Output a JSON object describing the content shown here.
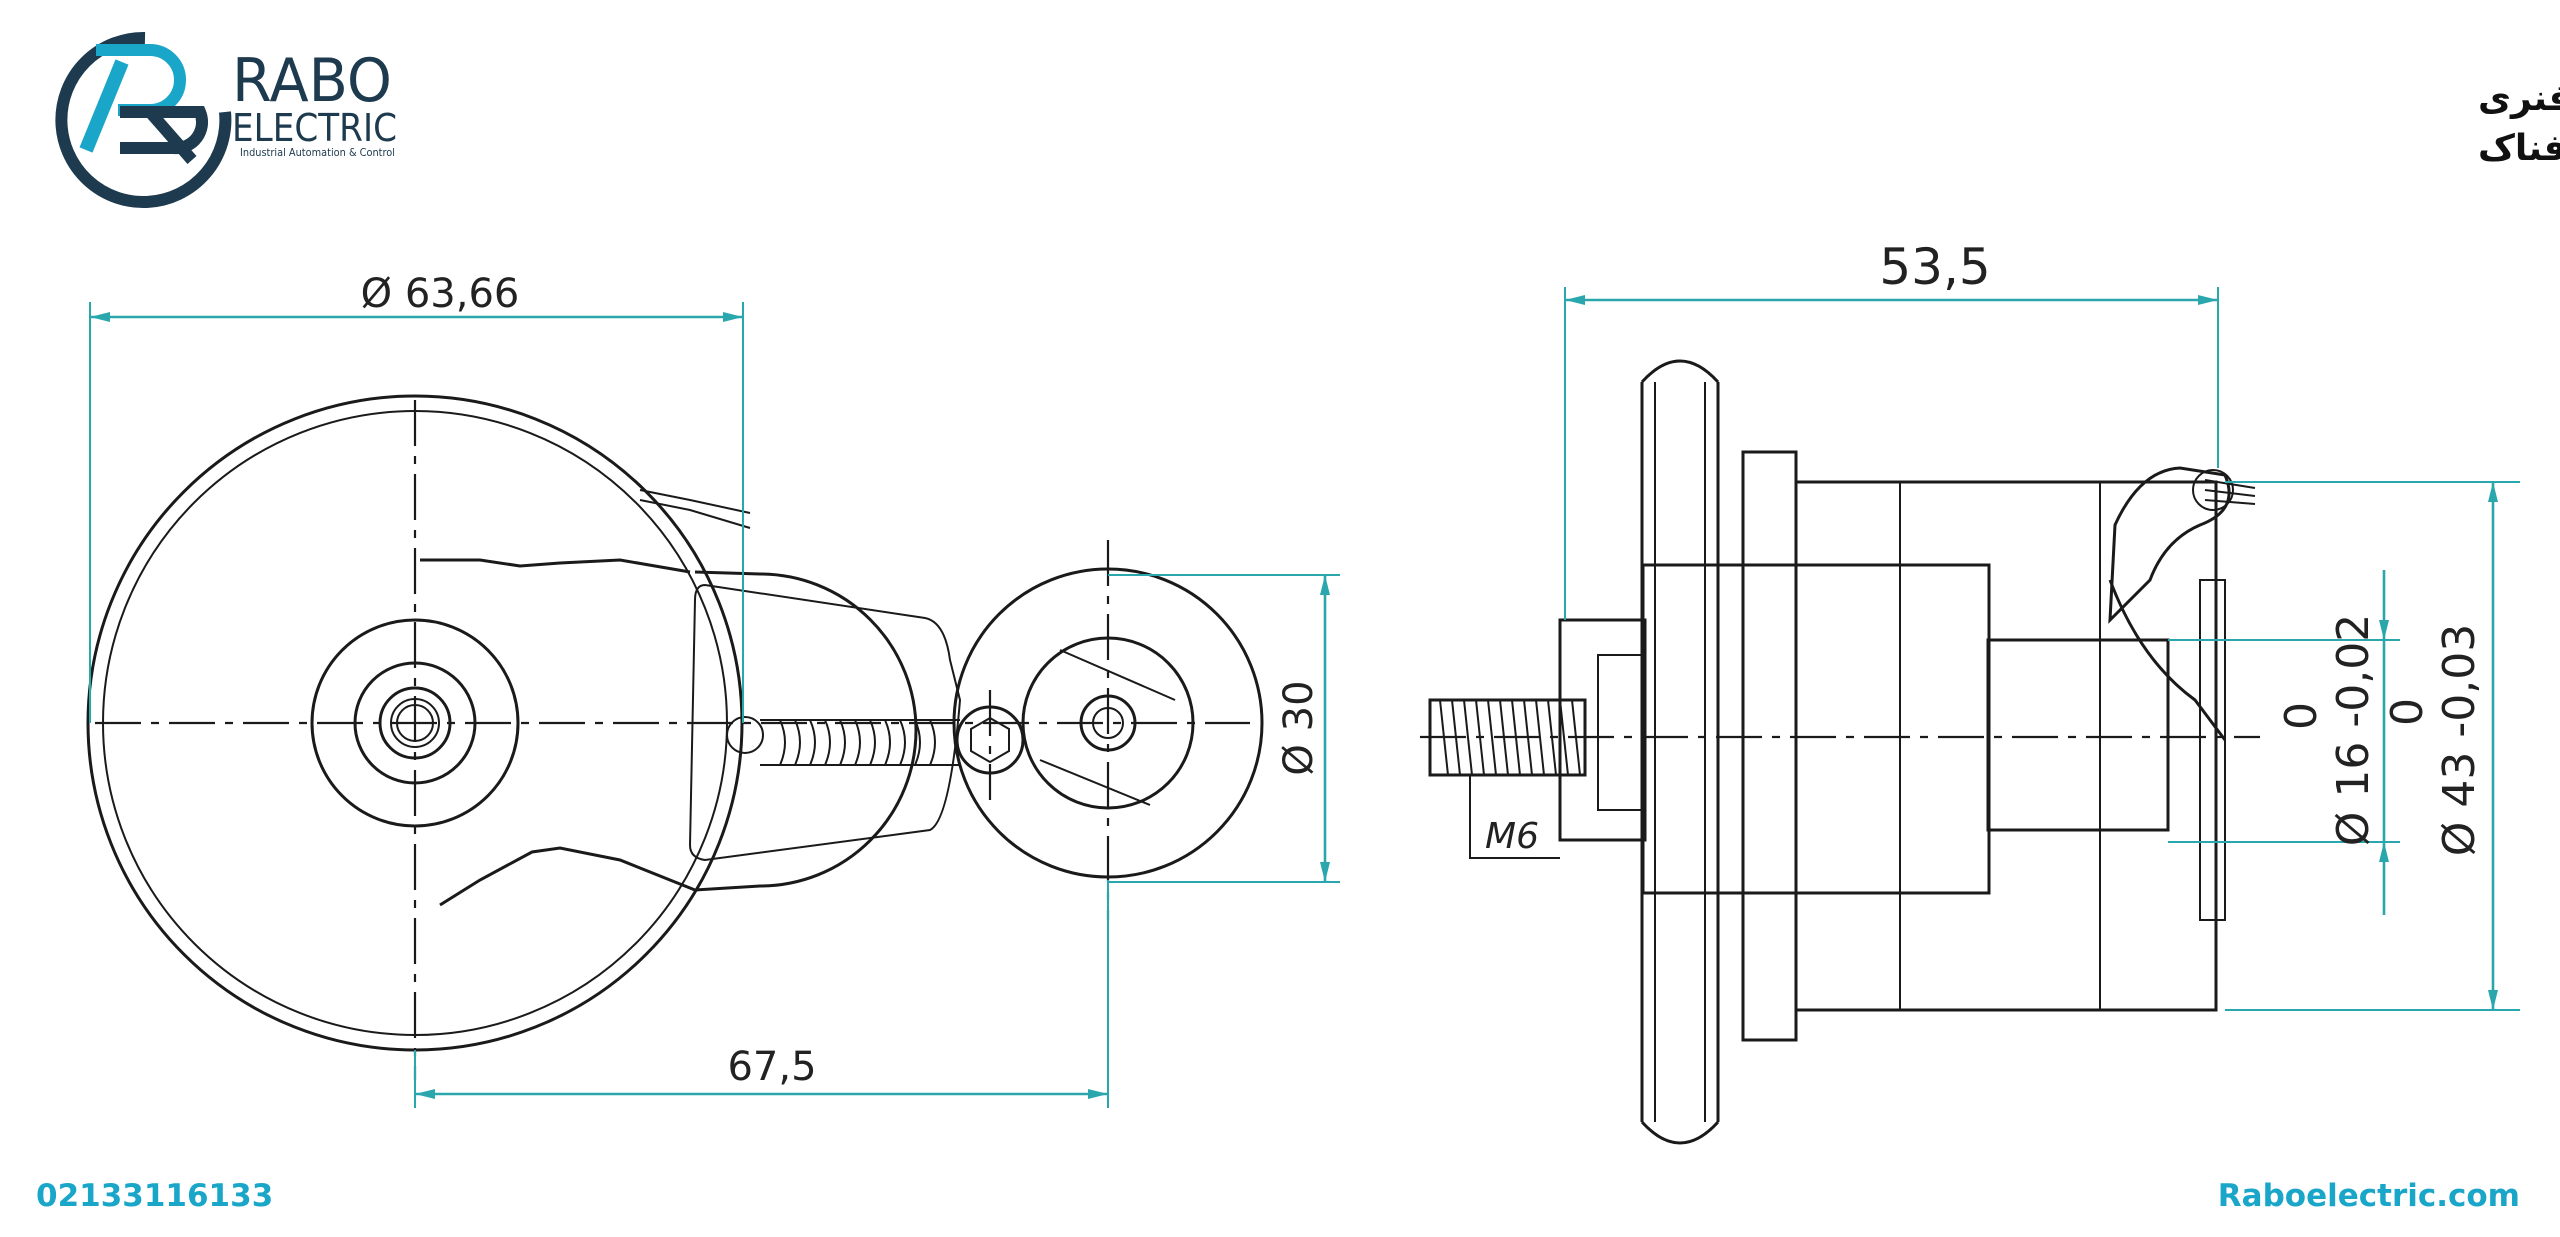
{
  "brand": {
    "name_line1": "RABO",
    "name_line2": "ELECTRIC",
    "tagline": "Industrial Automation & Control",
    "logo_color": "#1d3a4e",
    "accent_color": "#1aa6c8"
  },
  "title": {
    "line1": "ابعاد انکودر متراژ مجهز به بازوی فنری",
    "line2": "سری FNC-CMS فناک"
  },
  "dimensions": {
    "diameter_outer": "Ø 63,66",
    "center_distance": "67,5",
    "diameter_wheel": "Ø 30",
    "overall_length": "53,5",
    "thread": "M6",
    "shaft_tol_upper": "0",
    "shaft_dia": "Ø 16 -0,02",
    "body_tol_upper": "0",
    "body_dia": "Ø 43 -0,03"
  },
  "footer": {
    "phone": "02133116133",
    "website": "Raboelectric.com"
  },
  "colors": {
    "dimension_line": "#2aa7ad",
    "drawing_line": "#1a1a1a",
    "footer_text": "#1aa6c8"
  }
}
